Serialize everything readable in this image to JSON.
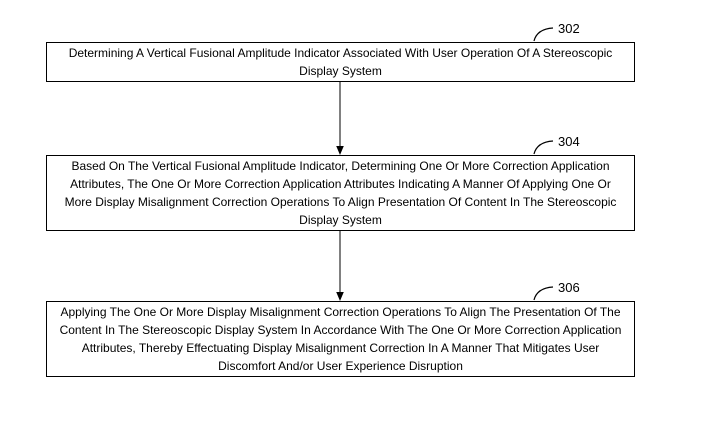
{
  "figure": {
    "background_color": "#ffffff",
    "line_color": "#000000",
    "steps": [
      {
        "ref": "302",
        "text": "Determining A Vertical Fusional Amplitude Indicator Associated With User Operation Of A Stereoscopic Display System"
      },
      {
        "ref": "304",
        "text": "Based On The Vertical Fusional Amplitude Indicator, Determining One Or More Correction Application Attributes, The One Or More Correction Application Attributes Indicating A Manner Of Applying One Or More Display Misalignment Correction Operations To Align Presentation Of Content In The Stereoscopic Display System"
      },
      {
        "ref": "306",
        "text": "Applying The One Or More Display Misalignment Correction Operations To Align The Presentation Of The Content In The Stereoscopic Display System In Accordance With The One Or More Correction Application Attributes, Thereby Effectuating Display Misalignment Correction In A Manner That Mitigates User Discomfort And/or User Experience Disruption"
      }
    ]
  }
}
